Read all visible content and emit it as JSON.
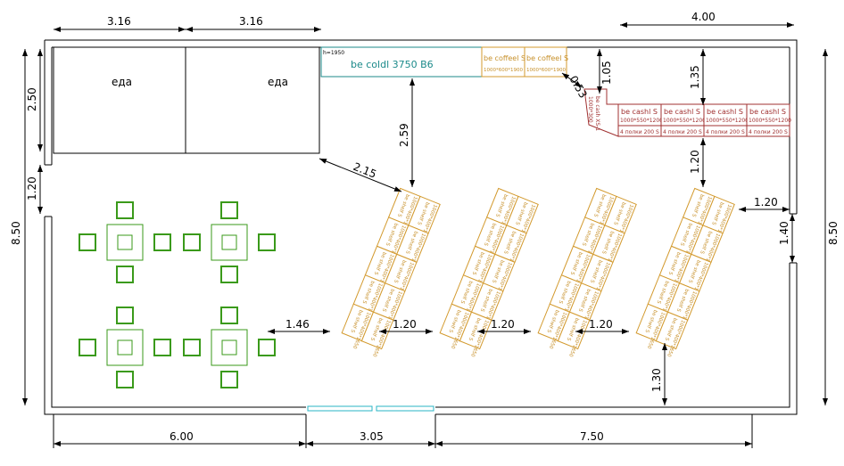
{
  "zones": {
    "food_left": "еда",
    "food_right": "еда"
  },
  "cold": {
    "height_note": "h=1950",
    "label": "be coldl 3750 B6"
  },
  "coffee": [
    {
      "label": "be coffeel S",
      "size": "1000*600*1900"
    },
    {
      "label": "be coffeel S",
      "size": "1000*600*1900"
    }
  ],
  "cash": [
    {
      "label": "be cashl S",
      "size": "1000*550*1200",
      "shelves": "4 полки 200 S"
    },
    {
      "label": "be cashl S",
      "size": "1000*550*1200",
      "shelves": "4 полки 200 S"
    },
    {
      "label": "be cashl S",
      "size": "1000*550*1200",
      "shelves": "4 полки 200 S"
    },
    {
      "label": "be cashl S",
      "size": "1000*550*1200",
      "shelves": "4 полки 200 S"
    }
  ],
  "cash_corner": {
    "label": "be cash XS-1",
    "size": "1000*300"
  },
  "shelf": {
    "label": "be shelf S",
    "size": "1000*400*1650"
  },
  "dims": {
    "top_a": "3.16",
    "top_b": "3.16",
    "top_right": "4.00",
    "left_food": "2.50",
    "left_total": "8.50",
    "right_total": "8.50",
    "left_door": "1.20",
    "cold_gap": "2.59",
    "diag": "2.15",
    "coffee_gap": "1.05",
    "corner_gap": "0.53",
    "cash_top": "1.35",
    "cash_bottom": "1.20",
    "right_gap": "1.20",
    "right_door": "1.40",
    "aisle_first": "1.46",
    "aisle_1": "1.20",
    "aisle_2": "1.20",
    "aisle_3": "1.20",
    "bottom_gap": "1.30",
    "bottom_a": "6.00",
    "bottom_b": "3.05",
    "bottom_c": "7.50"
  }
}
